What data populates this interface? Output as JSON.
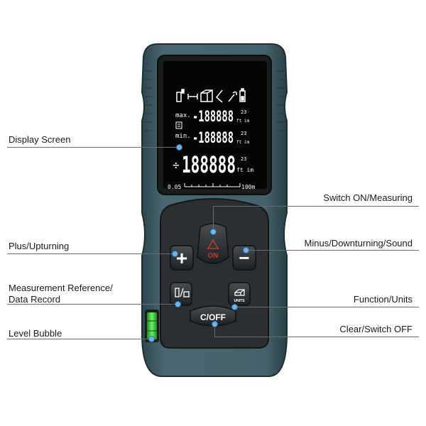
{
  "callouts": {
    "display_screen": "Display Screen",
    "plus_upturning": "Plus/Upturning",
    "measurement_reference_line1": "Measurement Reference/",
    "measurement_reference_line2": "Data Record",
    "level_bubble": "Level Bubble",
    "switch_on_measuring": "Switch ON/Measuring",
    "minus_downturning_sound": "Minus/Downturning/Sound",
    "function_units": "Function/Units",
    "clear_switch_off": "Clear/Switch OFF"
  },
  "lcd": {
    "row1_label": "max.",
    "row1_value": "-188888",
    "row1_small": "23",
    "row1_unit": "ft im",
    "row2_label": "min.",
    "row2_value": "-188888",
    "row2_small": "23",
    "row2_unit": "ft im",
    "row3_value": "188888",
    "row3_small": "23",
    "row3_unit": "ft im",
    "scale_min": "0.05",
    "scale_max": "100m"
  },
  "buttons": {
    "on_label": "ON",
    "plus_label": "+",
    "minus_label": "−",
    "units_label": "UNITS",
    "coff_label": "C/OFF"
  },
  "colors": {
    "body": "#3f5962",
    "keypad": "#2b2f31",
    "screen": "#0a0a0a",
    "on_accent": "#c0392b",
    "bubble": "#3fd63f",
    "callout_dot": "#6fb4e8"
  }
}
